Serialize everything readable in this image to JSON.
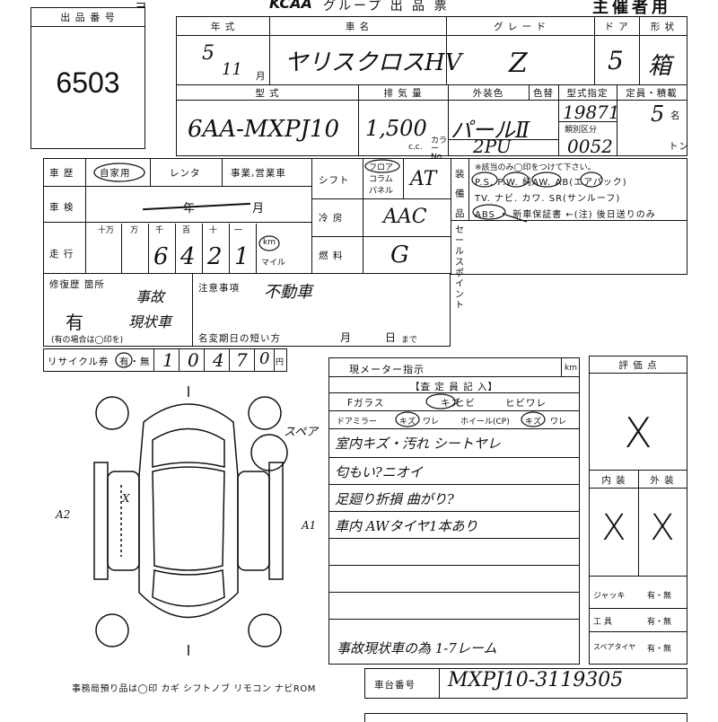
{
  "header": {
    "partial_left": "ヨ",
    "logo_text": "KCAA",
    "group_label": "グループ 出 品 票",
    "organizer_label": "主催者用"
  },
  "lot": {
    "label": "出 品 番 号",
    "number": "6503"
  },
  "year": {
    "label": "年 式",
    "value_year": "5",
    "value_month": "11",
    "unit_month": "月"
  },
  "car_name": {
    "label": "車 名",
    "value": "ヤリスクロスHV"
  },
  "grade": {
    "label": "グ レ ー ド",
    "value": "Z"
  },
  "doors": {
    "label": "ド ア",
    "value": "5"
  },
  "body_shape": {
    "label": "形 状",
    "value": "箱"
  },
  "model": {
    "label": "型 式",
    "value": "6AA-MXPJ10"
  },
  "displacement": {
    "label": "排 気 量",
    "value": "1,500",
    "unit": "c.c."
  },
  "exterior_color": {
    "label": "外装色",
    "value": "パールⅡ",
    "color_code_label": "カラー No.",
    "color_code": "2PU"
  },
  "color_label": "色替",
  "designation": {
    "label": "型式指定",
    "value": "19871",
    "class_label": "類別区分",
    "class_value": "0052"
  },
  "capacity": {
    "label": "定員・積載",
    "value": "5",
    "unit_persons": "名",
    "unit_ton": "トン"
  },
  "history": {
    "label": "車 歴",
    "options": [
      "自家用",
      "レンタ",
      "事業,営業車"
    ]
  },
  "inspection": {
    "label": "車 検",
    "year_unit": "年",
    "month_unit": "月"
  },
  "mileage": {
    "label": "走 行",
    "digit_labels": [
      "十万",
      "万",
      "千",
      "百",
      "十",
      "一"
    ],
    "digits": [
      "",
      "6",
      "4",
      "2",
      "1"
    ],
    "units": [
      "km",
      "マイル"
    ]
  },
  "shift": {
    "label": "シフト",
    "types": [
      "フロア",
      "コラム",
      "パネル"
    ],
    "value": "AT"
  },
  "aircon": {
    "label": "冷 房",
    "value": "AAC"
  },
  "fuel": {
    "label": "燃 料",
    "value": "G"
  },
  "equipment": {
    "label_vertical": [
      "装",
      "備",
      "品"
    ],
    "note": "※該当のみ◯印をつけて下さい。",
    "line1": "P.S. P.W. 純AW. AB(エアバック)",
    "line2": "TV. ナビ. カワ. SR(サンルーフ)",
    "line3": "ABS ・ 新車保証書 ←(注) 後日送りのみ"
  },
  "sales_point": {
    "label": "セールスポイント"
  },
  "repair": {
    "label": "修復歴 箇所",
    "value": "有",
    "note": "(有の場合は◯印を)",
    "detail_1": "事故",
    "detail_2": "現状車"
  },
  "notes": {
    "label": "注意事項",
    "value": "不動車",
    "deadline_label": "名変期日の短い方",
    "deadline_month": "月",
    "deadline_day": "日",
    "deadline_suffix": "まで"
  },
  "recycle": {
    "label": "リサイクル券",
    "options": "有・無",
    "digits": [
      "1",
      "0",
      "4",
      "7",
      "0"
    ],
    "unit": "円"
  },
  "meter": {
    "label": "現メーター指示",
    "unit": "km"
  },
  "inspector": {
    "header": "【査 定 員 記 入】",
    "glass": [
      "Fガラス",
      "キズ",
      "ヒビ",
      "ヒビワレ"
    ],
    "mirror": [
      "ドアミラー",
      "キズ",
      "ワレ",
      "ホイール(CP)",
      "キズ",
      "ワレ"
    ],
    "comments": [
      "室内キズ・汚れ シートヤレ",
      "匂もい?ニオイ",
      "足廻り折損 曲がり?",
      "車内 AWタイヤ1本あり"
    ],
    "bottom_comment": "事故現状車の為 1-7レーム"
  },
  "evaluation": {
    "label": "評 価 点",
    "value": "X"
  },
  "interior": {
    "label": "内 装",
    "value": "X"
  },
  "exterior": {
    "label": "外 装",
    "value": "X"
  },
  "accessories": [
    {
      "name": "ジャッキ",
      "value": "有・無"
    },
    {
      "name": "工 具",
      "value": "有・無"
    },
    {
      "name": "スペアタイヤ",
      "value": "有・無"
    }
  ],
  "diagram": {
    "spare_label": "スペア",
    "mark_a2": "A2",
    "mark_a1": "A1",
    "mark_x": "X"
  },
  "office_note": "事務局預り品は◯印  カギ  シフトノブ  リモコン  ナビROM",
  "chassis": {
    "label": "車台番号",
    "value": "MXPJ10-3119305"
  }
}
